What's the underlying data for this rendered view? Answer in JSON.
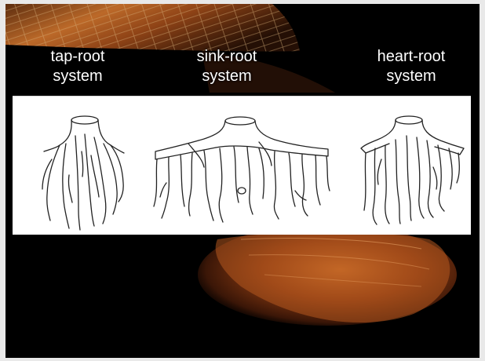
{
  "labels": {
    "tap_line1": "tap-root",
    "tap_line2": "system",
    "sink_line1": "sink-root",
    "sink_line2": "system",
    "heart_line1": "heart-root",
    "heart_line2": "system"
  },
  "drawings": [
    {
      "name": "tap-root-drawing"
    },
    {
      "name": "sink-root-drawing"
    },
    {
      "name": "heart-root-drawing"
    }
  ],
  "colors": {
    "background": "#000000",
    "panel": "#ffffff",
    "wood_highlight": "#e08a3c",
    "text": "#ffffff"
  }
}
